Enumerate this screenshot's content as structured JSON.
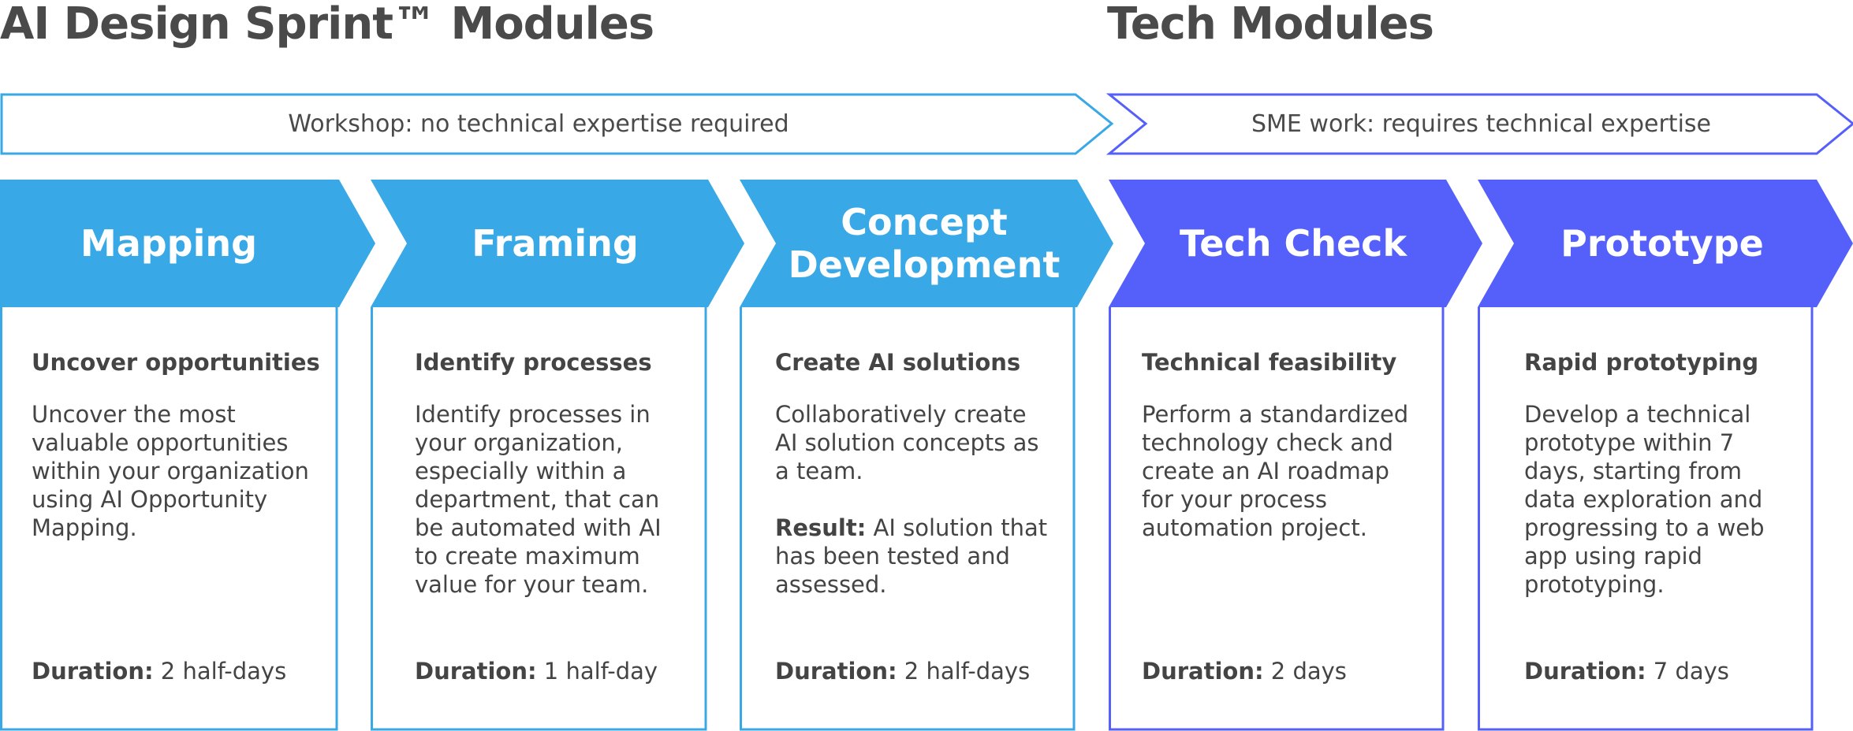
{
  "titles": {
    "left": "AI Design Sprint™ Modules",
    "right": "Tech Modules"
  },
  "banners": {
    "left": "Workshop: no technical expertise required",
    "right": "SME work: requires technical expertise"
  },
  "colors": {
    "workshop_blue": "#38a8e6",
    "tech_purple": "#5560fb",
    "text_dark": "#444444"
  },
  "modules": [
    {
      "title": "Mapping",
      "subtitle": "Uncover opportunities",
      "description": "Uncover the most valuable opportunities within your organization using AI Opportunity Mapping.",
      "duration_label": "Duration:",
      "duration_value": "2 half-days"
    },
    {
      "title": "Framing",
      "subtitle": "Identify processes",
      "description": "Identify processes in your organization, especially within a department, that can be automated with AI to create maximum value for your team.",
      "duration_label": "Duration:",
      "duration_value": "1 half-day"
    },
    {
      "title": "Concept Development",
      "subtitle": "Create AI solutions",
      "description": "Collaboratively create AI solution concepts as a team.",
      "result_label": "Result:",
      "result_value": "AI solution that has been tested and assessed.",
      "duration_label": "Duration:",
      "duration_value": "2 half-days"
    },
    {
      "title": "Tech Check",
      "subtitle": "Technical feasibility",
      "description": "Perform a standardized technology check and create an AI roadmap for your process automation project.",
      "duration_label": "Duration:",
      "duration_value": "2 days"
    },
    {
      "title": "Prototype",
      "subtitle": "Rapid prototyping",
      "description": "Develop a technical prototype within 7 days, starting from data exploration and progressing to a web app using rapid prototyping.",
      "duration_label": "Duration:",
      "duration_value": "7 days"
    }
  ]
}
